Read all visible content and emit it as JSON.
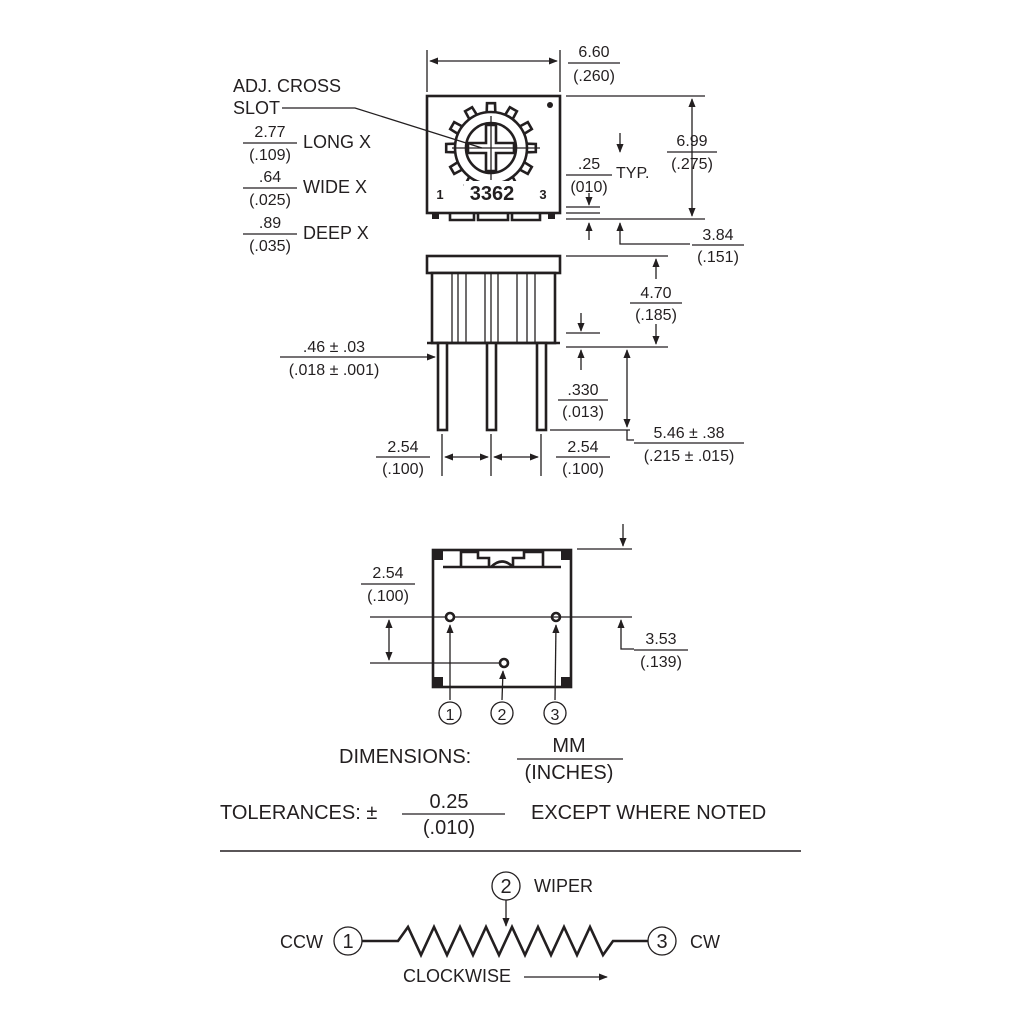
{
  "top_view": {
    "adj_label_line1": "ADJ. CROSS",
    "adj_label_line2": "SLOT",
    "long_value_mm": "2.77",
    "long_value_in": "(.109)",
    "long_label": "LONG X",
    "wide_value_mm": ".64",
    "wide_value_in": "(.025)",
    "wide_label": "WIDE X",
    "deep_value_mm": ".89",
    "deep_value_in": "(.035)",
    "deep_label": "DEEP X",
    "part_number": "3362",
    "pin_left": "1",
    "pin_right": "3",
    "width_mm": "6.60",
    "width_in": "(.260)",
    "height_mm": "6.99",
    "height_in": "(.275)",
    "typ_mm": ".25",
    "typ_in": "(010)",
    "typ_label": "TYP.",
    "offset_mm": "3.84",
    "offset_in": "(.151)"
  },
  "side_view": {
    "body_height_mm": "4.70",
    "body_height_in": "(.185)",
    "pin_dia_mm": ".46 ± .03",
    "pin_dia_in": "(.018 ± .001)",
    "standoff_mm": ".330",
    "standoff_in": "(.013)",
    "lead_len_mm": "5.46 ± .38",
    "lead_len_in": "(.215 ± .015)",
    "pitch_left_mm": "2.54",
    "pitch_left_in": "(.100)",
    "pitch_right_mm": "2.54",
    "pitch_right_in": "(.100)"
  },
  "bottom_view": {
    "row_spacing_mm": "2.54",
    "row_spacing_in": "(.100)",
    "edge_mm": "3.53",
    "edge_in": "(.139)",
    "pin1": "1",
    "pin2": "2",
    "pin3": "3"
  },
  "notes": {
    "dimensions_label": "DIMENSIONS:",
    "dimensions_unit_mm": "MM",
    "dimensions_unit_in": "(INCHES)",
    "tolerances_label": "TOLERANCES: ±",
    "tolerances_mm": "0.25",
    "tolerances_in": "(.010)",
    "tolerances_except": "EXCEPT WHERE NOTED"
  },
  "schematic": {
    "pin1": "1",
    "pin2": "2",
    "pin3": "3",
    "ccw_label": "CCW",
    "cw_label": "CW",
    "wiper_label": "WIPER",
    "clockwise_label": "CLOCKWISE"
  }
}
